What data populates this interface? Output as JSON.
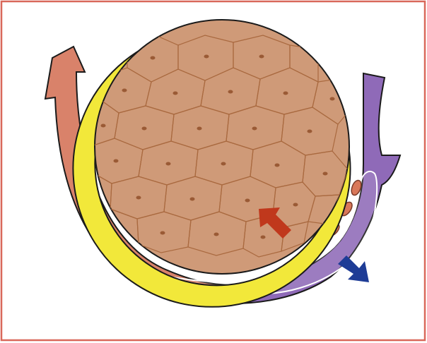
{
  "diagram": {
    "colors": {
      "frame": "#d9685a",
      "background": "#ffffff",
      "artery": "#d9826a",
      "vein": "#8f6ab8",
      "yellow_wall": "#f2e83a",
      "tissue": "#cf9a78",
      "cell_border": "#a9693f",
      "nucleus": "#9a5a35",
      "red_cell": "#d9785a",
      "red_arrow": "#c0381c",
      "blue_arrow": "#1e3c96",
      "capillary_border": "#ffffff",
      "outline": "#1a1a1a"
    },
    "parts": [
      "frame",
      "tissue-sphere",
      "yellow-capsule",
      "artery-vessel",
      "vein-vessel",
      "capillary",
      "red-blood-cells",
      "inflow-arrow",
      "outflow-arrow"
    ]
  }
}
